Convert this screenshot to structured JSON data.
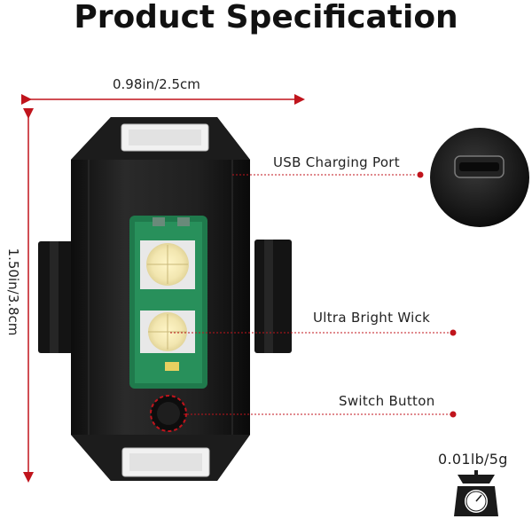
{
  "title": "Product Specification",
  "dimensions": {
    "width_label": "0.98in/2.5cm",
    "height_label": "1.50in/3.8cm"
  },
  "callouts": {
    "usb": "USB Charging Port",
    "wick": "Ultra Bright Wick",
    "switch": "Switch Button"
  },
  "weight": {
    "label": "0.01lb/5g"
  },
  "colors": {
    "accent": "#c0141c",
    "body": "#1a1a1a",
    "pcb": "#1f7a4c"
  }
}
